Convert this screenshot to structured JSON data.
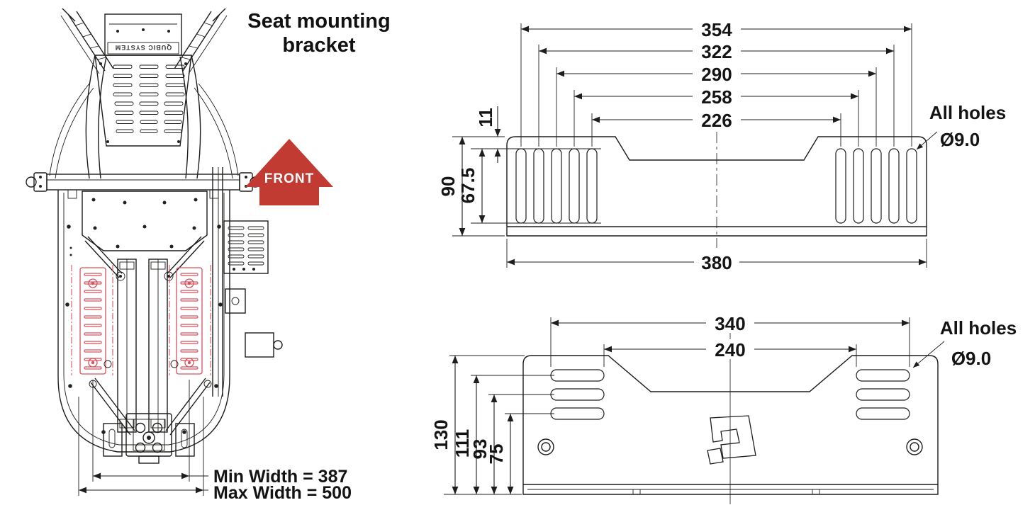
{
  "title": {
    "line1": "Seat mounting",
    "line2": "bracket"
  },
  "front_arrow": {
    "label": "FRONT",
    "color": "#c23b32"
  },
  "colors": {
    "arrow_red": "#c23b32",
    "highlight_red": "#d9525e",
    "line": "#1d1d1b"
  },
  "left_view": {
    "brand_text": "QUBIC SYSTEM",
    "min_width_label": "Min Width = 387",
    "max_width_label": "Max Width = 500"
  },
  "top_drawing": {
    "dims": {
      "d354": "354",
      "d322": "322",
      "d290": "290",
      "d258": "258",
      "d226": "226",
      "d380": "380",
      "d11": "11",
      "d67_5": "67.5",
      "d90": "90"
    },
    "holes_note": {
      "line1": "All holes",
      "line2": "Ø9.0"
    }
  },
  "bottom_drawing": {
    "dims": {
      "d340": "340",
      "d240": "240",
      "d130": "130",
      "d111": "111",
      "d93": "93",
      "d75": "75"
    },
    "holes_note": {
      "line1": "All holes",
      "line2": "Ø9.0"
    }
  }
}
